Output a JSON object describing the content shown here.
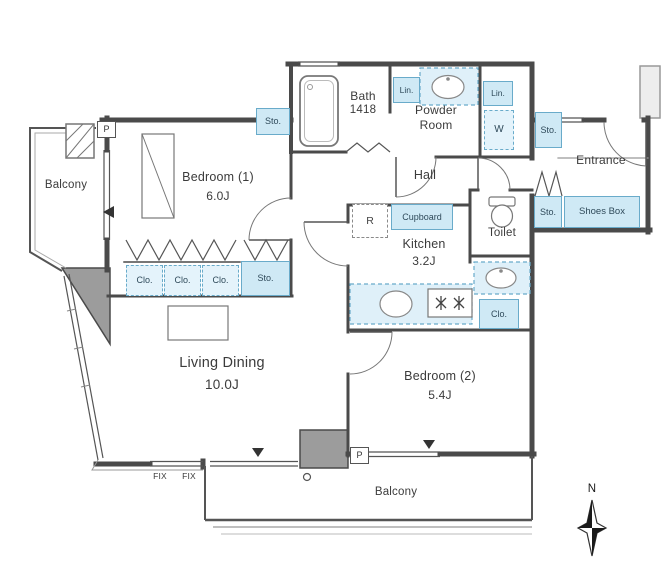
{
  "rooms": {
    "balcony_left": "Balcony",
    "bedroom1": {
      "name": "Bedroom (1)",
      "size": "6.0J"
    },
    "bath": {
      "name": "Bath",
      "size": "1418"
    },
    "powder_room": {
      "line1": "Powder",
      "line2": "Room"
    },
    "hall": "Hall",
    "entrance": "Entrance",
    "toilet": "Toilet",
    "kitchen": {
      "name": "Kitchen",
      "size": "3.2J"
    },
    "living_dining": {
      "name": "Living Dining",
      "size": "10.0J"
    },
    "bedroom2": {
      "name": "Bedroom (2)",
      "size": "5.4J"
    },
    "balcony_bottom": "Balcony"
  },
  "fixtures": {
    "storage": "Sto.",
    "closet": "Clo.",
    "linen": "Lin.",
    "washer": "W",
    "refrigerator": "R",
    "cupboard": "Cupboard",
    "shoes_box": "Shoes Box",
    "pipe_shaft": "P",
    "fixed_window": "FIX",
    "compass_north": "N"
  },
  "colors": {
    "accent_fill": "#cfe9f5",
    "accent_border": "#69abca",
    "wall": "#4a4a4a",
    "concrete": "#9c9c9c"
  }
}
